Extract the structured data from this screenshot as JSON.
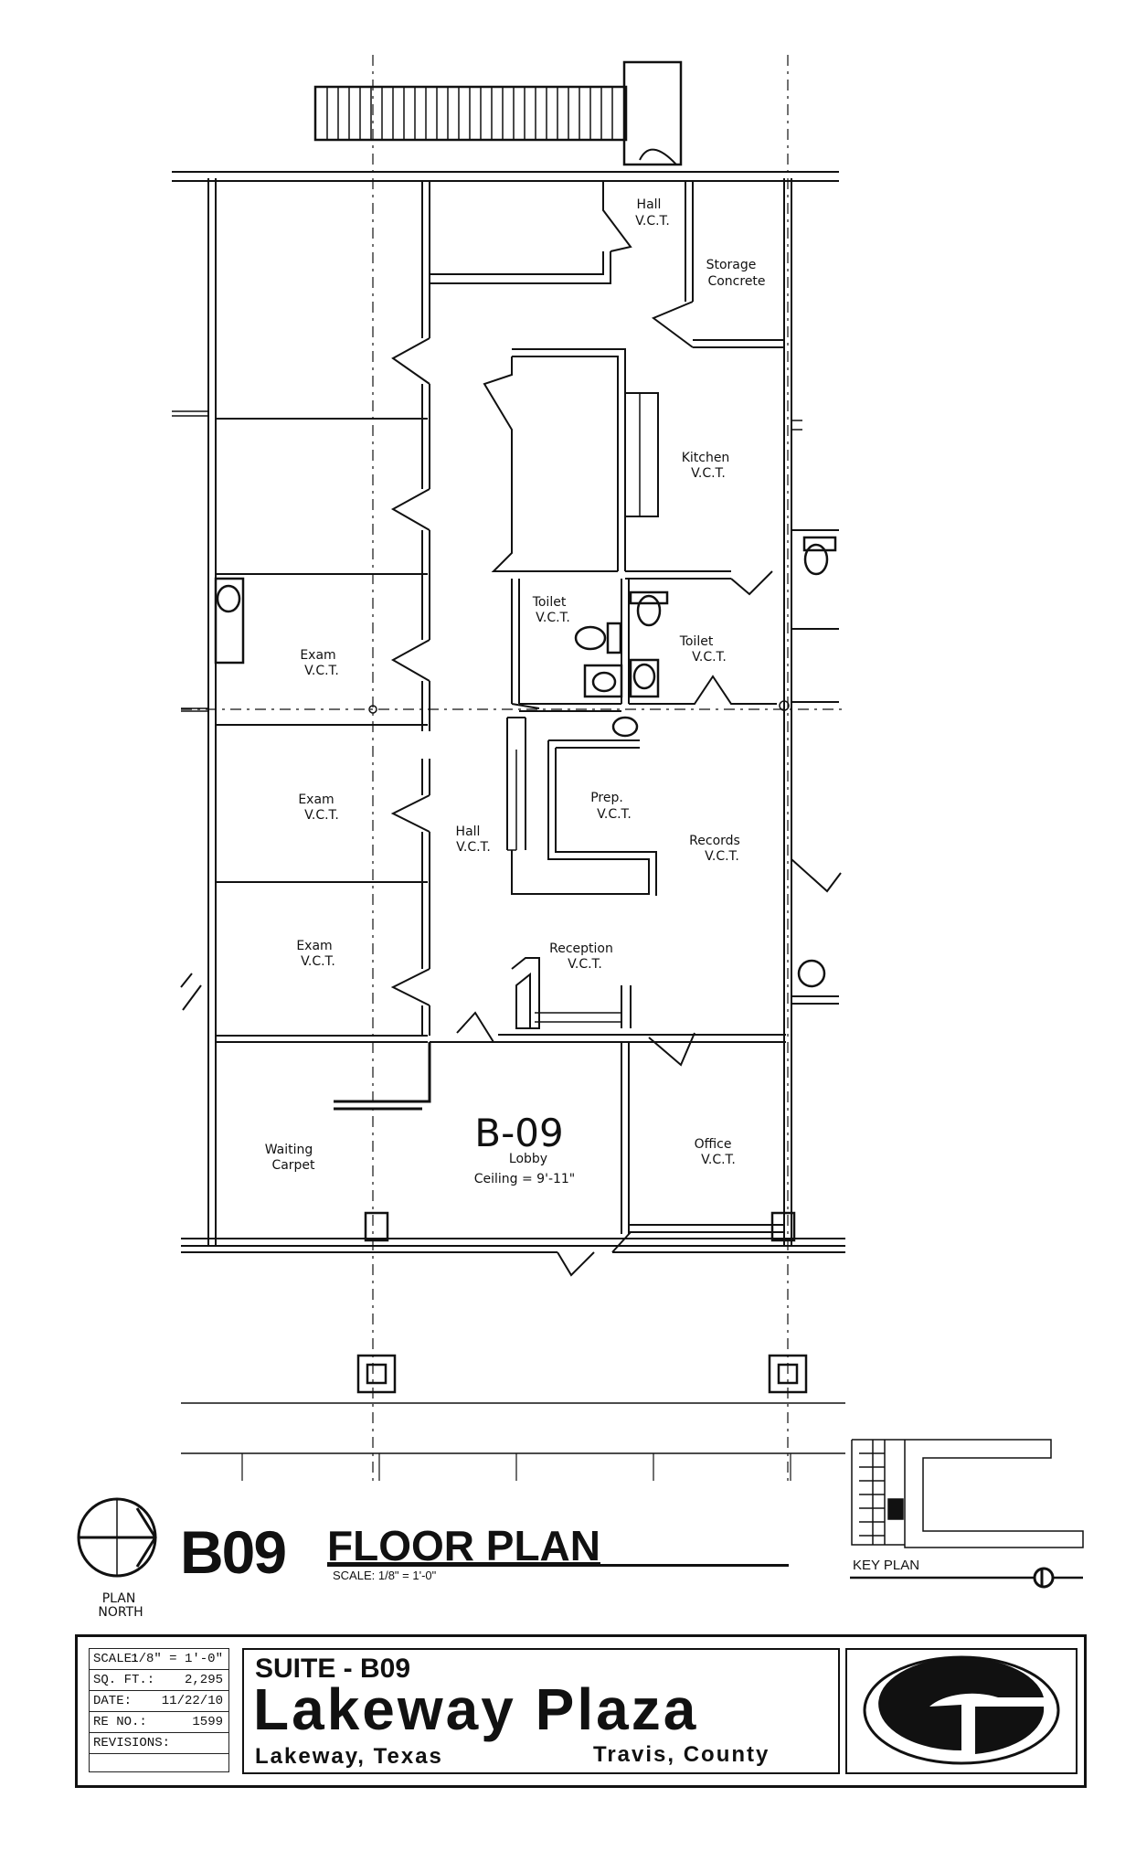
{
  "rooms": {
    "hall_top": [
      "Hall",
      "V.C.T."
    ],
    "storage": [
      "Storage",
      "Concrete"
    ],
    "kitchen": [
      "Kitchen",
      "V.C.T."
    ],
    "toilet_left": [
      "Toilet",
      "V.C.T."
    ],
    "toilet_right": [
      "Toilet",
      "V.C.T."
    ],
    "exam_1": [
      "Exam",
      "V.C.T."
    ],
    "exam_2": [
      "Exam",
      "V.C.T."
    ],
    "exam_3": [
      "Exam",
      "V.C.T."
    ],
    "hall_main": [
      "Hall",
      "V.C.T."
    ],
    "prep": [
      "Prep.",
      "V.C.T."
    ],
    "records": [
      "Records",
      "V.C.T."
    ],
    "reception": [
      "Reception",
      "V.C.T."
    ],
    "waiting": [
      "Waiting",
      "Carpet"
    ],
    "lobby": [
      "Lobby",
      "Ceiling = 9'-11\""
    ],
    "office": [
      "Office",
      "V.C.T."
    ]
  },
  "suite_label": "B-09",
  "north_arrow": {
    "label_1": "PLAN",
    "label_2": "NORTH",
    "icon": "north-arrow-icon"
  },
  "drawing_title": {
    "code": "B09",
    "title": "FLOOR PLAN",
    "scale": "SCALE: 1/8\" = 1'-0\""
  },
  "key_plan": {
    "label": "KEY PLAN"
  },
  "title_block": {
    "rows": [
      {
        "key": "SCALE:",
        "value": "1/8\" = 1'-0\""
      },
      {
        "key": "SQ. FT.:",
        "value": "2,295"
      },
      {
        "key": "DATE:",
        "value": "11/22/10"
      },
      {
        "key": "RE NO.:",
        "value": "1599"
      },
      {
        "key": "REVISIONS:",
        "value": ""
      }
    ],
    "suite": "SUITE - B09",
    "project": "Lakeway Plaza",
    "city": "Lakeway, Texas",
    "county": "Travis, County",
    "logo": "company-logo-icon"
  }
}
